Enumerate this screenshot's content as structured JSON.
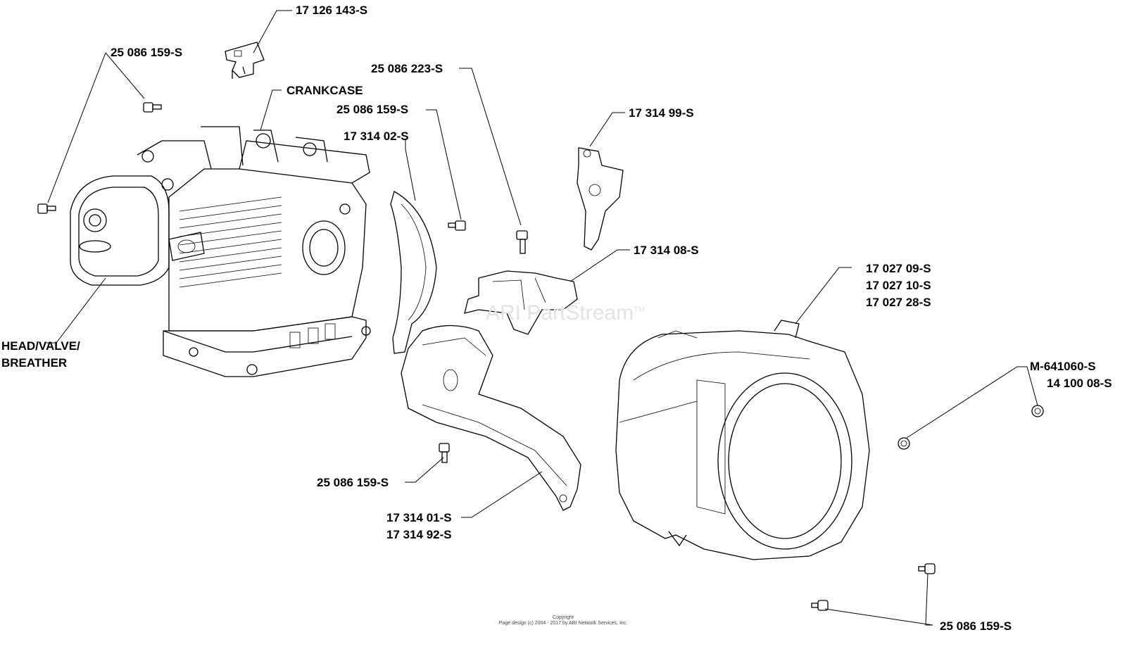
{
  "labels": {
    "bracket_part": "17 126 143-S",
    "screw_top_left": "25 086 159-S",
    "crankcase": "CRANKCASE",
    "screw_top_middle": "25 086 223-S",
    "screw_middle": "25 086 159-S",
    "shield_inner": "17 314 02-S",
    "shield_upper": "17 314 99-S",
    "baffle": "17 314 08-S",
    "blower_housing_1": "17 027 09-S",
    "blower_housing_2": "17 027 10-S",
    "blower_housing_3": "17 027 28-S",
    "head_valve_line1": "HEAD/VALVE/",
    "head_valve_line2": "BREATHER",
    "nut_1": "M-641060-S",
    "nut_2": "14 100 08-S",
    "screw_bottom_center": "25 086 159-S",
    "shield_lower_1": "17 314 01-S",
    "shield_lower_2": "17 314 92-S",
    "screw_bottom_right": "25 086 159-S"
  },
  "watermark": "ARI PartStream",
  "watermark_tm": "TM",
  "copyright_line1": "Copyright",
  "copyright_line2": "Page design (c) 2004 - 2017 by ARI Network Services, Inc."
}
